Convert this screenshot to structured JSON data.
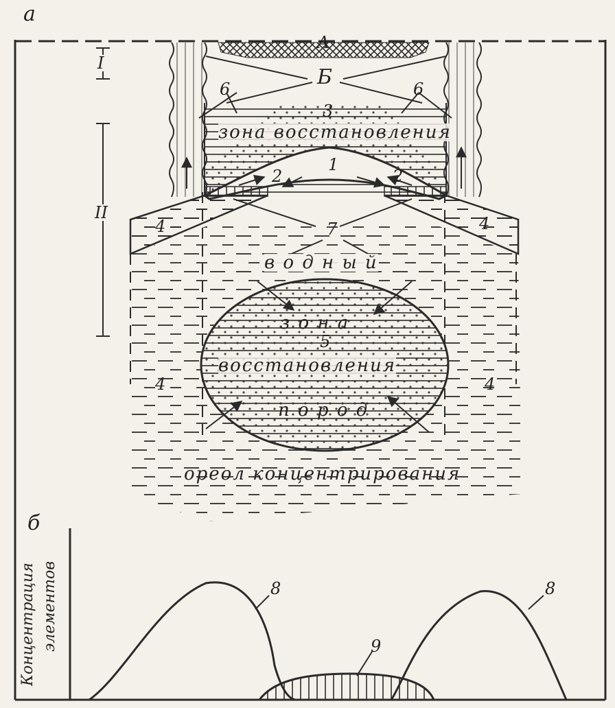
{
  "panel_labels": {
    "top": "a",
    "bottom": "б"
  },
  "ranges": {
    "one": "I",
    "two": "II"
  },
  "letters": {
    "a": "А",
    "b": "Б"
  },
  "numbers": {
    "n1": "1",
    "n2": "2",
    "n3": "3",
    "n4": "4",
    "n5": "5",
    "n6": "6",
    "n7": "7",
    "n8": "8",
    "n9": "9"
  },
  "texts": {
    "upper_zone": "зона восстановления",
    "vodny": "в о д н ы й",
    "zona": "з о н а",
    "vosst": "восстановления",
    "porod": "п о р о д",
    "halo": "ореол концентрирования"
  },
  "axis": {
    "ylabel_line1": "Концентрация",
    "ylabel_line2": "элементов"
  },
  "colors": {
    "ink": "#2b2b2b",
    "paper": "#f4f1ea"
  }
}
